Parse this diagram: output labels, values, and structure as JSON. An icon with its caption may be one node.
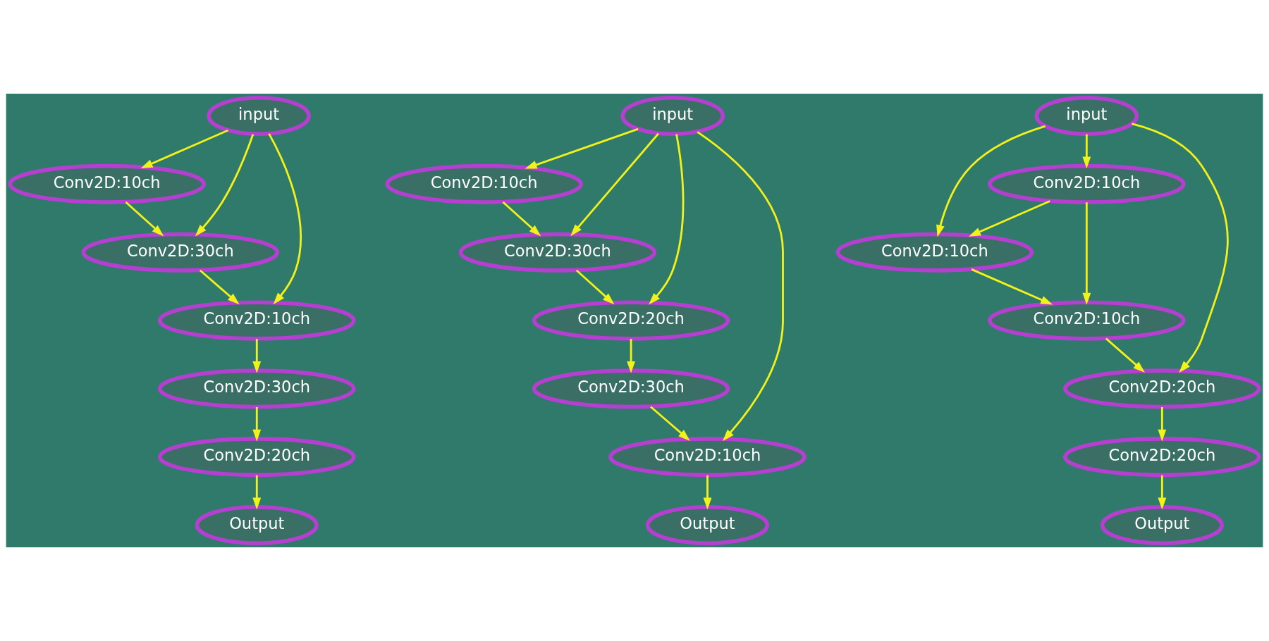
{
  "diagram": {
    "nodes": [
      {
        "text": [
          "input"
        ]
      },
      {
        "text": [
          "Conv2D:10ch"
        ]
      },
      {
        "text": [
          "Conv2D:30ch"
        ]
      },
      {
        "text": [
          "Conv2D:10ch"
        ]
      },
      {
        "text": [
          "Conv2D:30ch"
        ]
      },
      {
        "text": [
          "Conv2D:20ch"
        ]
      },
      {
        "text": [
          "Output"
        ]
      },
      {
        "text": [
          "input"
        ]
      },
      {
        "text": [
          "Conv2D:10ch"
        ]
      },
      {
        "text": [
          "Conv2D:30ch"
        ]
      },
      {
        "text": [
          "Conv2D:20ch"
        ]
      },
      {
        "text": [
          "Conv2D:30ch"
        ]
      },
      {
        "text": [
          "Conv2D:10ch"
        ]
      },
      {
        "text": [
          "Output"
        ]
      },
      {
        "text": [
          "input"
        ]
      },
      {
        "text": [
          "Conv2D:10ch"
        ]
      },
      {
        "text": [
          "Conv2D:10ch"
        ]
      },
      {
        "text": [
          "Conv2D:10ch"
        ]
      },
      {
        "text": [
          "Conv2D:20ch"
        ]
      },
      {
        "text": [
          "Conv2D:20ch"
        ]
      },
      {
        "text": [
          "Output"
        ]
      }
    ],
    "edges": [
      {
        "from": 0,
        "to": 1,
        "arrow": "to"
      },
      {
        "from": 0,
        "to": 2,
        "arrow": "to"
      },
      {
        "from": 0,
        "to": 3,
        "arrow": "to"
      },
      {
        "from": 1,
        "to": 2,
        "arrow": "to"
      },
      {
        "from": 2,
        "to": 3,
        "arrow": "to"
      },
      {
        "from": 3,
        "to": 4,
        "arrow": "to"
      },
      {
        "from": 4,
        "to": 5,
        "arrow": "to"
      },
      {
        "from": 5,
        "to": 6,
        "arrow": "to"
      },
      {
        "from": 7,
        "to": 8,
        "arrow": "to"
      },
      {
        "from": 7,
        "to": 9,
        "arrow": "to"
      },
      {
        "from": 7,
        "to": 10,
        "arrow": "to"
      },
      {
        "from": 7,
        "to": 12,
        "arrow": "to"
      },
      {
        "from": 8,
        "to": 9,
        "arrow": "to"
      },
      {
        "from": 9,
        "to": 10,
        "arrow": "to"
      },
      {
        "from": 10,
        "to": 11,
        "arrow": "to"
      },
      {
        "from": 11,
        "to": 12,
        "arrow": "to"
      },
      {
        "from": 12,
        "to": 13,
        "arrow": "to"
      },
      {
        "from": 14,
        "to": 16,
        "arrow": "to"
      },
      {
        "from": 14,
        "to": 15,
        "arrow": "to"
      },
      {
        "from": 14,
        "to": 18,
        "arrow": "to"
      },
      {
        "from": 15,
        "to": 16,
        "arrow": "to"
      },
      {
        "from": 15,
        "to": 17,
        "arrow": "to"
      },
      {
        "from": 16,
        "to": 17,
        "arrow": "to"
      },
      {
        "from": 17,
        "to": 18,
        "arrow": "to"
      },
      {
        "from": 18,
        "to": 19,
        "arrow": "to"
      },
      {
        "from": 19,
        "to": 20,
        "arrow": "to"
      }
    ]
  }
}
